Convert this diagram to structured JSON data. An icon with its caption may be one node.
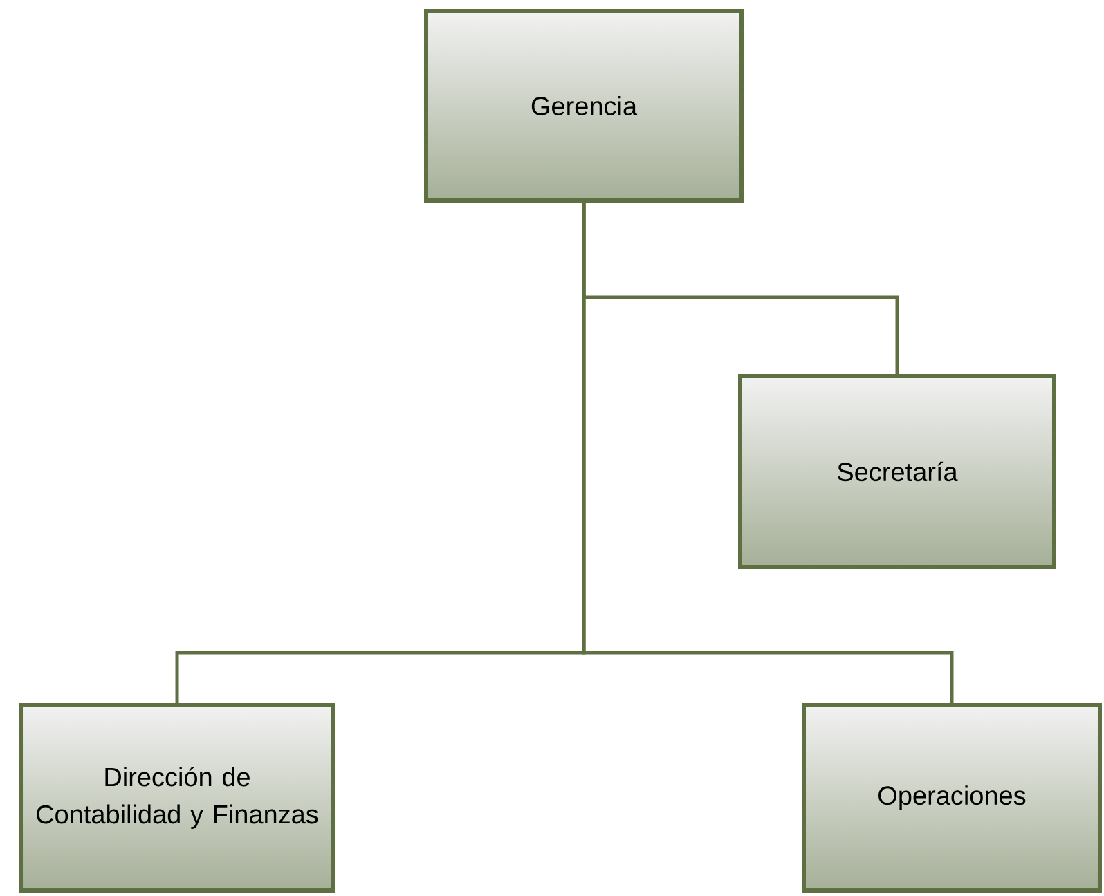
{
  "diagram": {
    "nodes": [
      {
        "text": [
          "Gerencia"
        ]
      },
      {
        "text": [
          "Secretaría"
        ]
      },
      {
        "text": [
          "Dirección de Contabilidad y Finanzas"
        ]
      },
      {
        "text": [
          "Operaciones"
        ]
      }
    ],
    "edges": [
      {
        "from": 0,
        "to": 1,
        "arrow": "none"
      },
      {
        "from": 0,
        "to": 2,
        "arrow": "none"
      },
      {
        "from": 0,
        "to": 3,
        "arrow": "none"
      }
    ]
  }
}
